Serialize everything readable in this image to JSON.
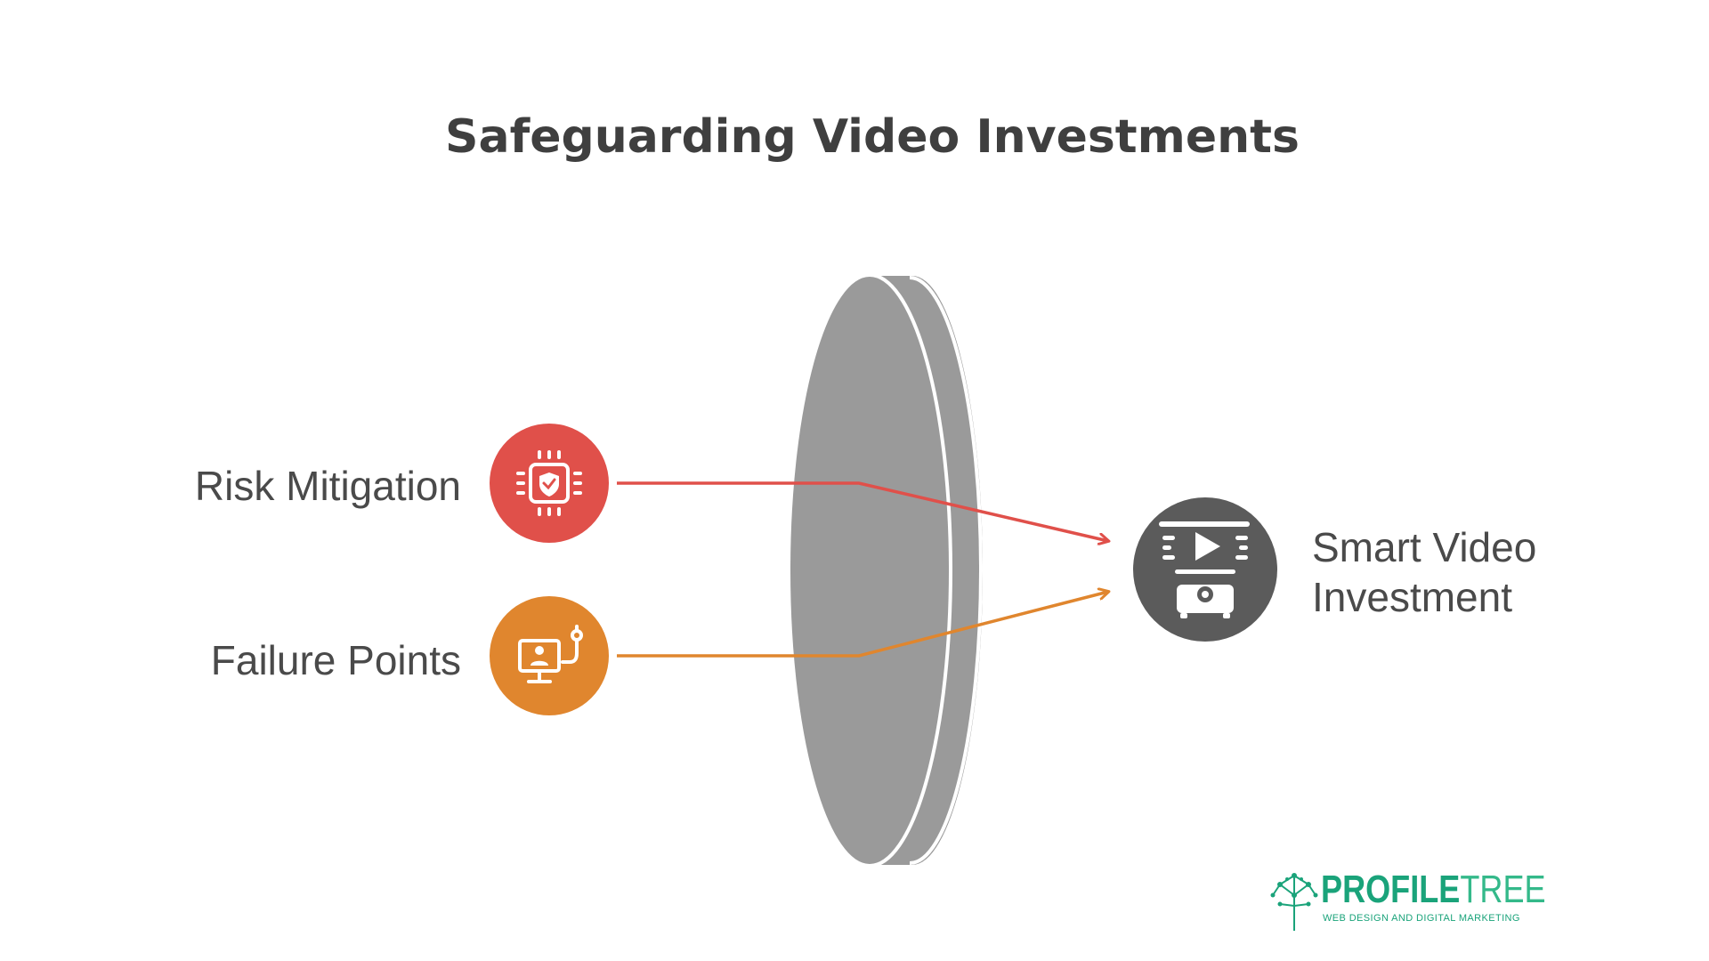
{
  "title": "Safeguarding Video Investments",
  "inputs": [
    {
      "label": "Risk Mitigation",
      "color": "#e0504a",
      "icon": "shield-chip-icon"
    },
    {
      "label": "Failure Points",
      "color": "#e0862e",
      "icon": "monitor-user-connection-icon"
    }
  ],
  "output": {
    "label_line1": "Smart Video",
    "label_line2": "Investment",
    "color": "#5b5b5b",
    "icon": "video-projector-icon"
  },
  "lens": {
    "color": "#9a9a9a"
  },
  "logo": {
    "name_part1": "PROFILE",
    "name_part2": "TREE",
    "tagline": "WEB DESIGN AND DIGITAL MARKETING",
    "color": "#1aa37a",
    "icon": "tree-network-icon"
  }
}
